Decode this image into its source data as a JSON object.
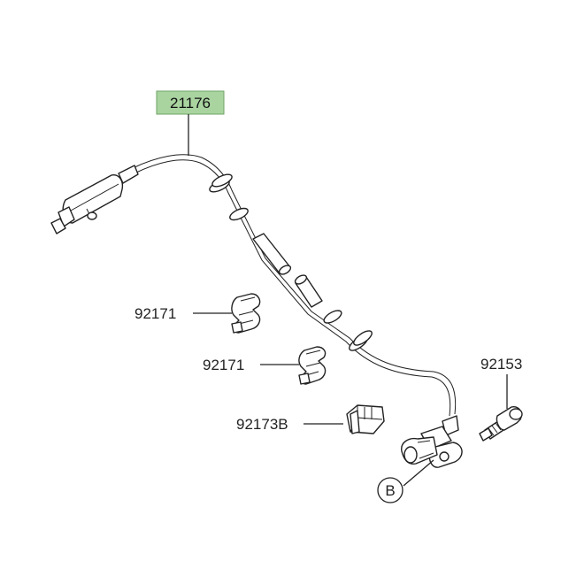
{
  "labels": {
    "sensor": "21176",
    "clamp_a": "92171",
    "clamp_b": "92171",
    "holder": "92173B",
    "bolt": "92153",
    "ref": "B"
  },
  "colors": {
    "highlight": "#a9d4a0",
    "ink": "#222222"
  }
}
